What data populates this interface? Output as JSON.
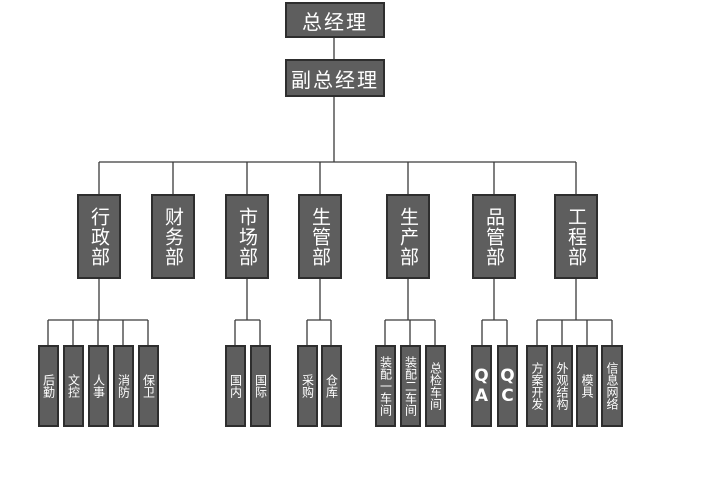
{
  "org": {
    "general_manager": "总经理",
    "deputy_general_manager": "副总经理",
    "departments": [
      {
        "name": "行政部",
        "units": [
          "后勤",
          "文控",
          "人事",
          "消防",
          "保卫"
        ]
      },
      {
        "name": "财务部",
        "units": []
      },
      {
        "name": "市场部",
        "units": [
          "国内",
          "国际"
        ]
      },
      {
        "name": "生管部",
        "units": [
          "采购",
          "仓库"
        ]
      },
      {
        "name": "生产部",
        "units": [
          "装配一车间",
          "装配二车间",
          "总检车间"
        ]
      },
      {
        "name": "品管部",
        "units": [
          "QA",
          "QC"
        ]
      },
      {
        "name": "工程部",
        "units": [
          "方案开发",
          "外观结构",
          "模具",
          "信息网络"
        ]
      }
    ]
  }
}
